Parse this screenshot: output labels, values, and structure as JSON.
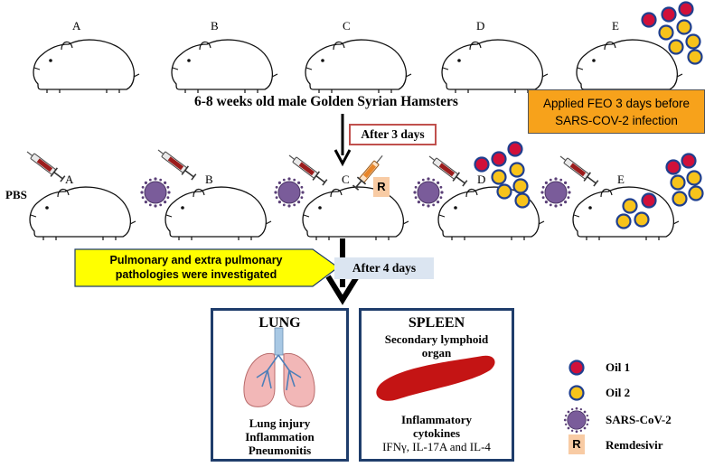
{
  "top_row_labels": [
    "A",
    "B",
    "C",
    "D",
    "E"
  ],
  "bottom_row_labels": [
    "A",
    "B",
    "C",
    "D",
    "E"
  ],
  "hamster_caption": "6-8 weeks old male Golden Syrian Hamsters",
  "feo_box": {
    "line1": "Applied FEO 3 days before",
    "line2": "SARS-COV-2 infection",
    "color": "#f7a21b"
  },
  "after3_label": "After 3 days",
  "pbs_label": "PBS",
  "remdesivir_tag": "R",
  "pathology_arrow": {
    "line1": "Pulmonary and extra pulmonary",
    "line2": "pathologies were investigated",
    "color": "#ffff00"
  },
  "after4_label": "After 4 days",
  "lung_panel": {
    "title": "LUNG",
    "line1": "Lung injury",
    "line2": "Inflammation",
    "line3": "Pneumonitis"
  },
  "spleen_panel": {
    "title": "SPLEEN",
    "subtitle1": "Secondary lymphoid",
    "subtitle2": "organ",
    "text1": "Inflammatory",
    "text2": "cytokines",
    "text3": "IFNγ, IL-17A and IL-4"
  },
  "legend": {
    "oil1": "Oil 1",
    "oil2": "Oil 2",
    "virus": "SARS-CoV-2",
    "remdesivir_symbol": "R",
    "remdesivir": "Remdesivir"
  },
  "colors": {
    "oil1_fill": "#d0103a",
    "oil2_fill": "#f7c31b",
    "oil_ring": "#1f3f8f",
    "virus": "#7a5c9a",
    "panel_border": "#1f3d6b",
    "after3_border": "#c0504d",
    "after4_fill": "#dbe5f1",
    "remdesivir_fill": "#f8cba4"
  }
}
